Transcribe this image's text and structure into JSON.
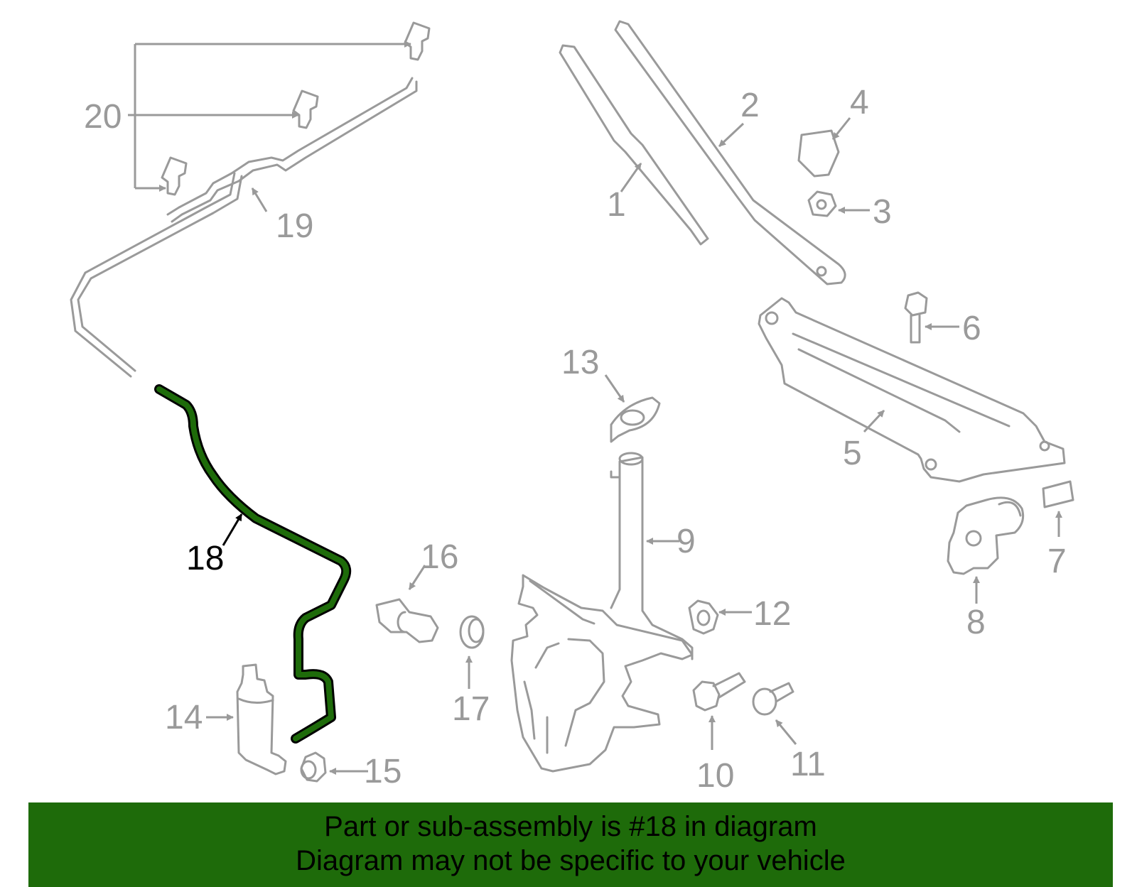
{
  "highlight_color": "#1e6b0a",
  "part_color": "#9a9a9a",
  "banner_color": "#1e6b0a",
  "callouts": [
    "1",
    "2",
    "3",
    "4",
    "5",
    "6",
    "7",
    "8",
    "9",
    "10",
    "11",
    "12",
    "13",
    "14",
    "15",
    "16",
    "17",
    "18",
    "19",
    "20"
  ],
  "banner": {
    "line1": "Part or sub-assembly is #18 in diagram",
    "line2": "Diagram may not be specific to your vehicle"
  }
}
